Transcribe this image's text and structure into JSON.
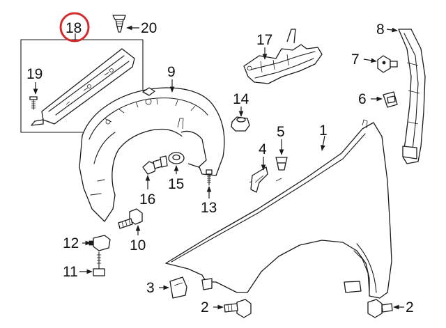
{
  "diagram": {
    "highlight_color": "#d42b2b",
    "callouts": {
      "c1": "1",
      "c2a": "2",
      "c2b": "2",
      "c3": "3",
      "c4": "4",
      "c5": "5",
      "c6": "6",
      "c7": "7",
      "c8": "8",
      "c9": "9",
      "c10": "10",
      "c11": "11",
      "c12": "12",
      "c13": "13",
      "c14": "14",
      "c15": "15",
      "c16": "16",
      "c17": "17",
      "c18": "18",
      "c19": "19",
      "c20": "20"
    }
  }
}
